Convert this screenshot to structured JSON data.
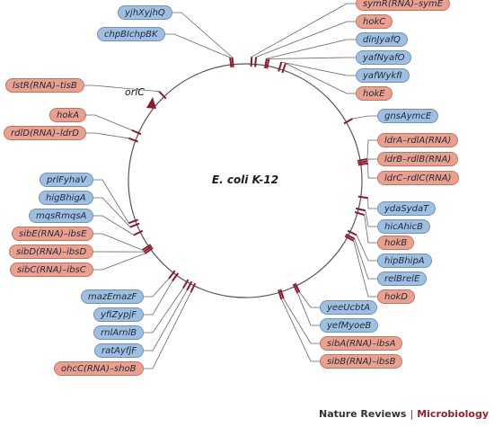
{
  "genome_label": "E. coli K-12",
  "origin_label": "oriC",
  "credit": {
    "publisher": "Nature Reviews",
    "separator": "|",
    "journal": "Microbiology"
  },
  "colors": {
    "type_II": "#9fbfe0",
    "type_I": "#eaa08f",
    "tick": "#8b1a2c",
    "origin_marker": "#8b1a2c"
  },
  "legend_note": "",
  "loci": [
    {
      "label": "yjhXyjhQ",
      "type": "II",
      "angle": 96
    },
    {
      "label": "chpBIchpBK",
      "type": "II",
      "angle": 97
    },
    {
      "label": "symR(RNA)–symE",
      "type": "I",
      "angle": 87
    },
    {
      "label": "hokC",
      "type": "I",
      "angle": 85
    },
    {
      "label": "dinJyafQ",
      "type": "II",
      "angle": 80
    },
    {
      "label": "yafNyafO",
      "type": "II",
      "angle": 79
    },
    {
      "label": "yafWykfI",
      "type": "II",
      "angle": 73
    },
    {
      "label": "hokE",
      "type": "I",
      "angle": 71
    },
    {
      "label": "gnsAymcE",
      "type": "II",
      "angle": 30
    },
    {
      "label": "ldrA–rdlA(RNA)",
      "type": "I",
      "angle": 10
    },
    {
      "label": "ldrB–rdlB(RNA)",
      "type": "I",
      "angle": 9
    },
    {
      "label": "ldrC–rdlC(RNA)",
      "type": "I",
      "angle": 8
    },
    {
      "label": "ydaSydaT",
      "type": "II",
      "angle": -8
    },
    {
      "label": "hicAhicB",
      "type": "II",
      "angle": -14
    },
    {
      "label": "hokB",
      "type": "I",
      "angle": -16
    },
    {
      "label": "hipBhipA",
      "type": "II",
      "angle": -26
    },
    {
      "label": "relBrelE",
      "type": "II",
      "angle": -28
    },
    {
      "label": "hokD",
      "type": "I",
      "angle": -29
    },
    {
      "label": "yeeUcbtA",
      "type": "II",
      "angle": -64
    },
    {
      "label": "yefMyoeB",
      "type": "II",
      "angle": -65
    },
    {
      "label": "sibA(RNA)–ibsA",
      "type": "I",
      "angle": -72
    },
    {
      "label": "sibB(RNA)–ibsB",
      "type": "I",
      "angle": -73
    },
    {
      "label": "lstR(RNA)–tisB",
      "type": "I",
      "angle": 134
    },
    {
      "label": "hokA",
      "type": "I",
      "angle": 156
    },
    {
      "label": "rdlD(RNA)–ldrD",
      "type": "I",
      "angle": 160
    },
    {
      "label": "prlFyhaV",
      "type": "II",
      "angle": -160
    },
    {
      "label": "higBhigA",
      "type": "II",
      "angle": -158
    },
    {
      "label": "mqsRmqsA",
      "type": "II",
      "angle": -154
    },
    {
      "label": "sibE(RNA)–ibsE",
      "type": "I",
      "angle": -146
    },
    {
      "label": "sibD(RNA)–ibsD",
      "type": "I",
      "angle": -145
    },
    {
      "label": "sibC(RNA)–ibsC",
      "type": "I",
      "angle": -144
    },
    {
      "label": "mazEmazF",
      "type": "II",
      "angle": -128
    },
    {
      "label": "yfiZypjF",
      "type": "II",
      "angle": -126
    },
    {
      "label": "rnlArnlB",
      "type": "II",
      "angle": -120
    },
    {
      "label": "ratAyfjF",
      "type": "II",
      "angle": -118
    },
    {
      "label": "ohcC(RNA)–shoB",
      "type": "I",
      "angle": -116
    }
  ]
}
